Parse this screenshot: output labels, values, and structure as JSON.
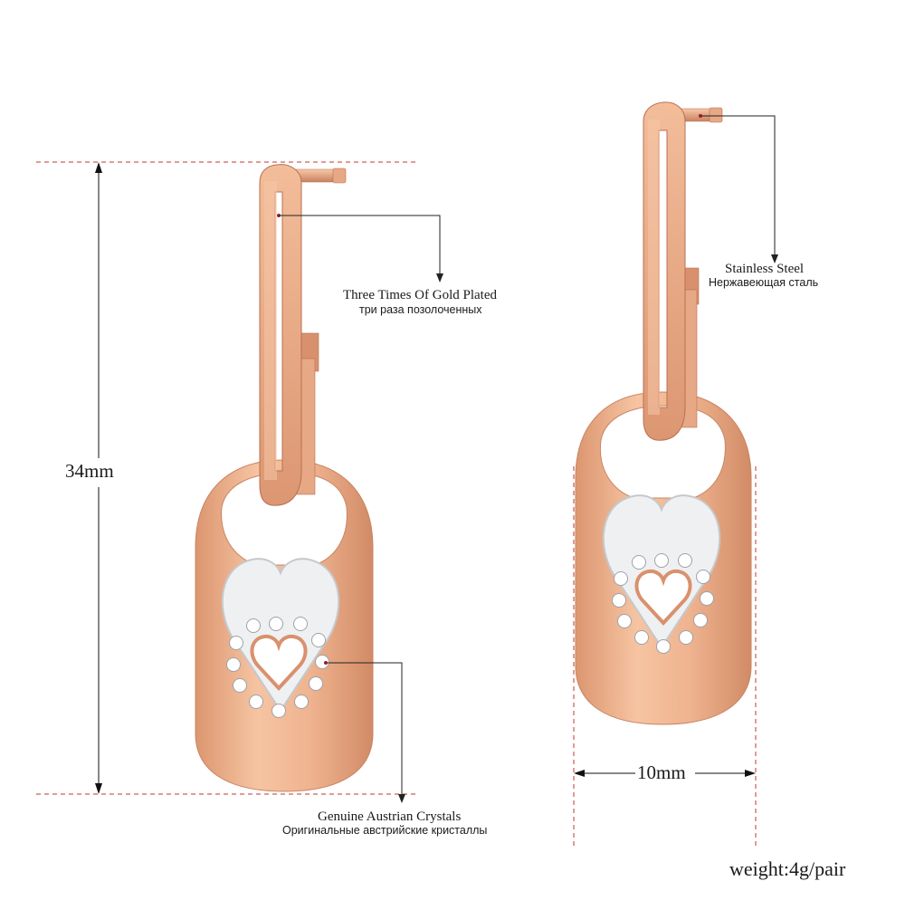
{
  "annotations": {
    "plating": {
      "en": "Three Times Of Gold Plated",
      "ru": "три раза позолоченных"
    },
    "steel": {
      "en": "Stainless Steel",
      "ru": "Нержавеющая сталь"
    },
    "crystals": {
      "en": "Genuine Austrian Crystals",
      "ru": "Оригинальные австрийские кристаллы"
    }
  },
  "dimensions": {
    "height": "34mm",
    "width": "10mm"
  },
  "weight": "weight:4g/pair",
  "colors": {
    "rose_gold": "#e9a882",
    "rose_gold_dark": "#b9714f",
    "dim_line": "#c0392b",
    "leader": "#222222"
  }
}
